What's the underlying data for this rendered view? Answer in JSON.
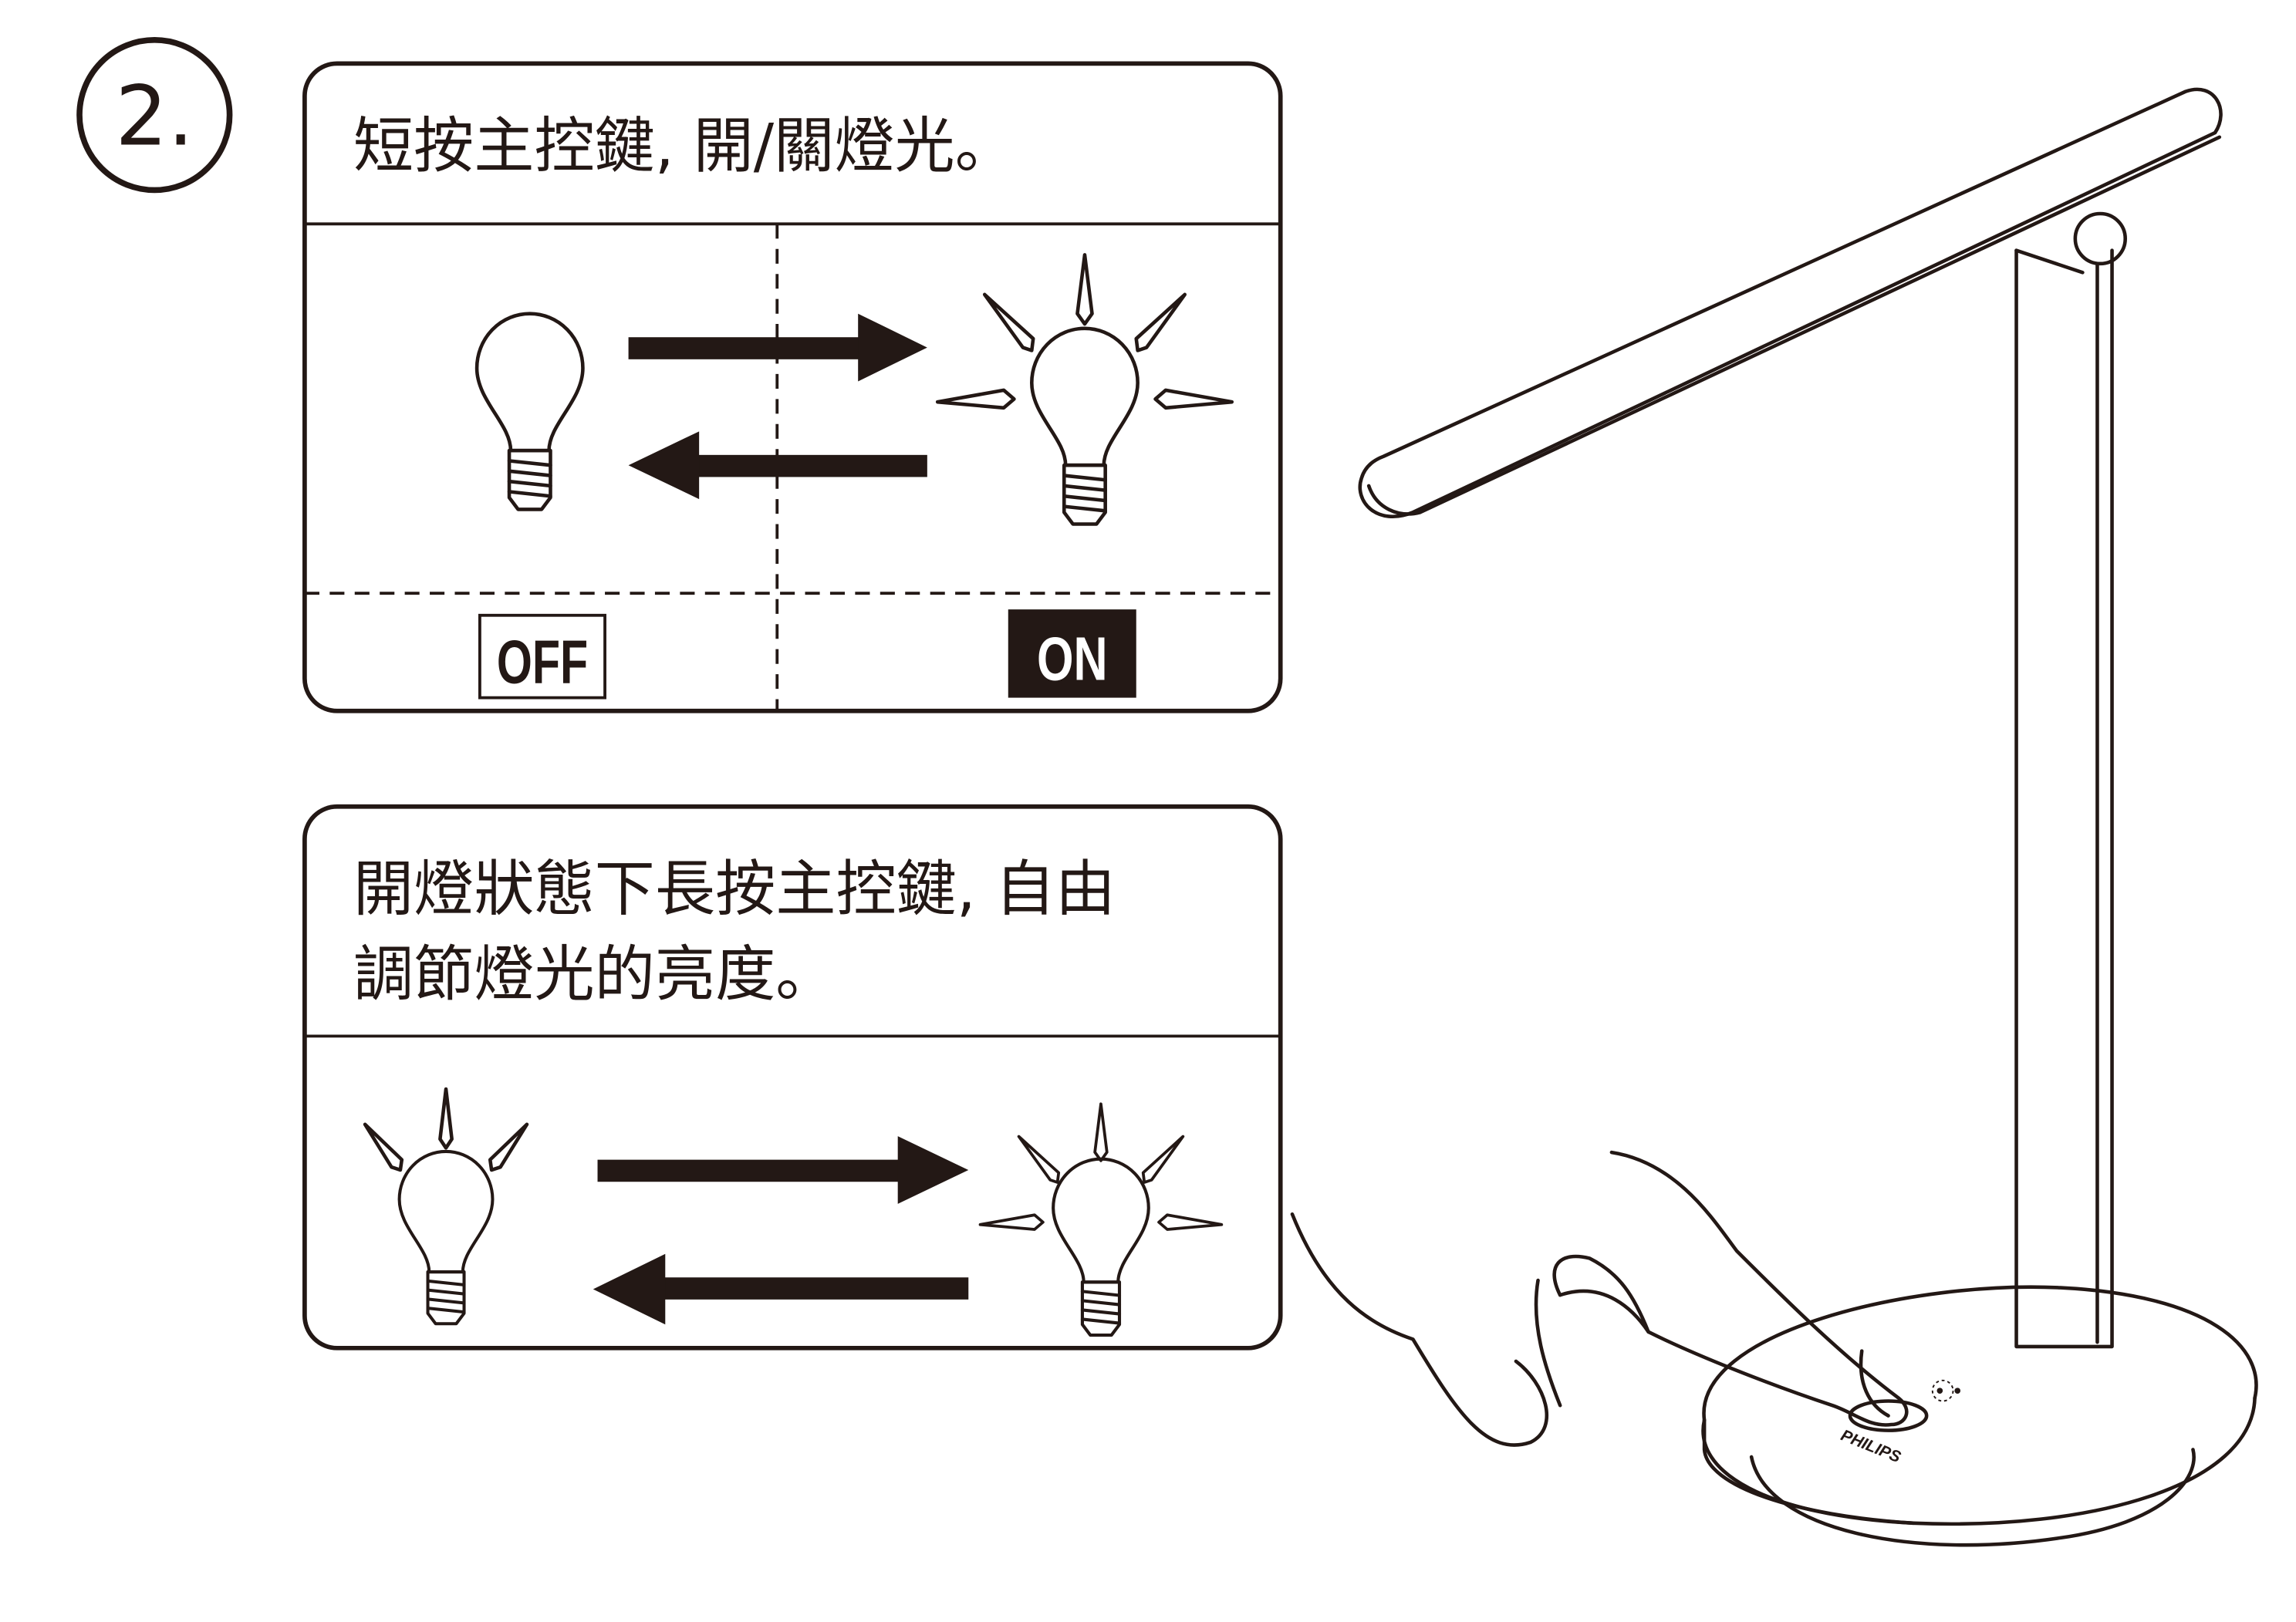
{
  "step_number": "2.",
  "panel_toggle": {
    "instruction": "短按主控鍵, 開/關燈光。",
    "off_label": "OFF",
    "on_label": "ON"
  },
  "panel_dimming": {
    "instruction_line1": "開燈狀態下長按主控鍵, 自由",
    "instruction_line2": "調節燈光的亮度。"
  },
  "lamp": {
    "brand_logo": "PHILIPS"
  },
  "colors": {
    "ink": "#231815",
    "background": "#ffffff"
  }
}
